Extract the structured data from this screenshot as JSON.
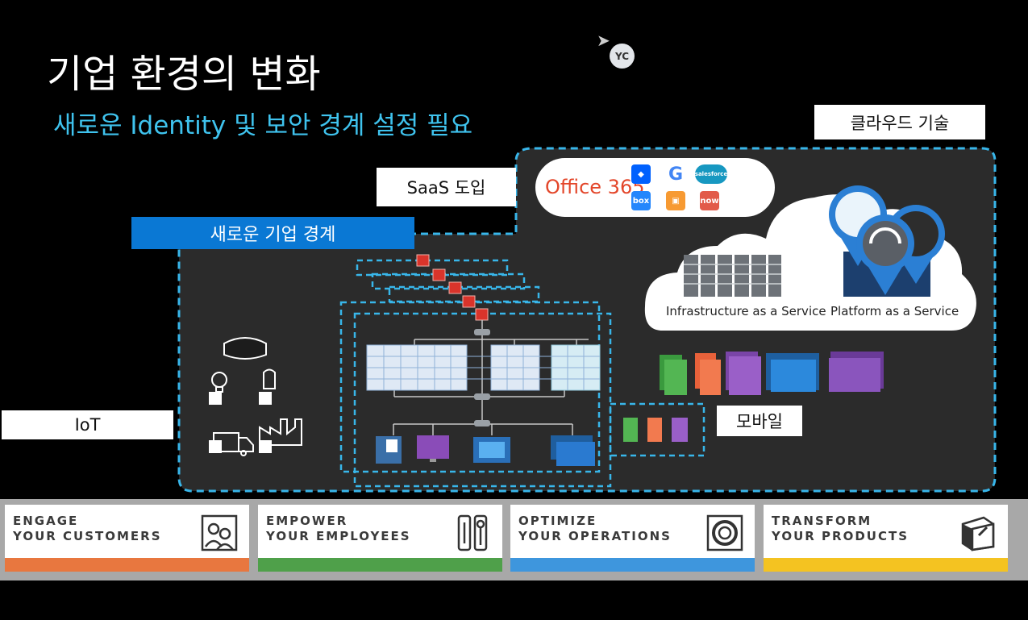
{
  "title": "기업 환경의 변화",
  "subtitle": "새로운 Identity 및 보안 경계 설정 필요",
  "labels": {
    "cloud_tech": "클라우드 기술",
    "saas": "SaaS 도입",
    "new_boundary": "새로운 기업 경계",
    "iot": "IoT",
    "mobile": "모바일"
  },
  "presenter": {
    "initials": "YC"
  },
  "saas_apps": {
    "office365": "Office 365",
    "box": "box",
    "now": "now",
    "salesforce": "salesforce"
  },
  "cloud_services": {
    "iaas": "Infrastructure as a Service",
    "paas": "Platform as a Service"
  },
  "tiles": [
    {
      "line1": "ENGAGE",
      "line2": "YOUR CUSTOMERS",
      "color": "#e8773f",
      "icon": "customers-icon"
    },
    {
      "line1": "EMPOWER",
      "line2": "YOUR EMPLOYEES",
      "color": "#4fa04a",
      "icon": "employees-tools-icon"
    },
    {
      "line1": "OPTIMIZE",
      "line2": "YOUR OPERATIONS",
      "color": "#3e96dd",
      "icon": "operations-cycle-icon"
    },
    {
      "line1": "TRANSFORM",
      "line2": "YOUR PRODUCTS",
      "color": "#f4c321",
      "icon": "product-box-icon"
    }
  ],
  "colors": {
    "accent_blue": "#0a78d4",
    "dashed_border": "#38b6ea",
    "panel": "#2b2b2b",
    "firewall": "#d9342b"
  }
}
